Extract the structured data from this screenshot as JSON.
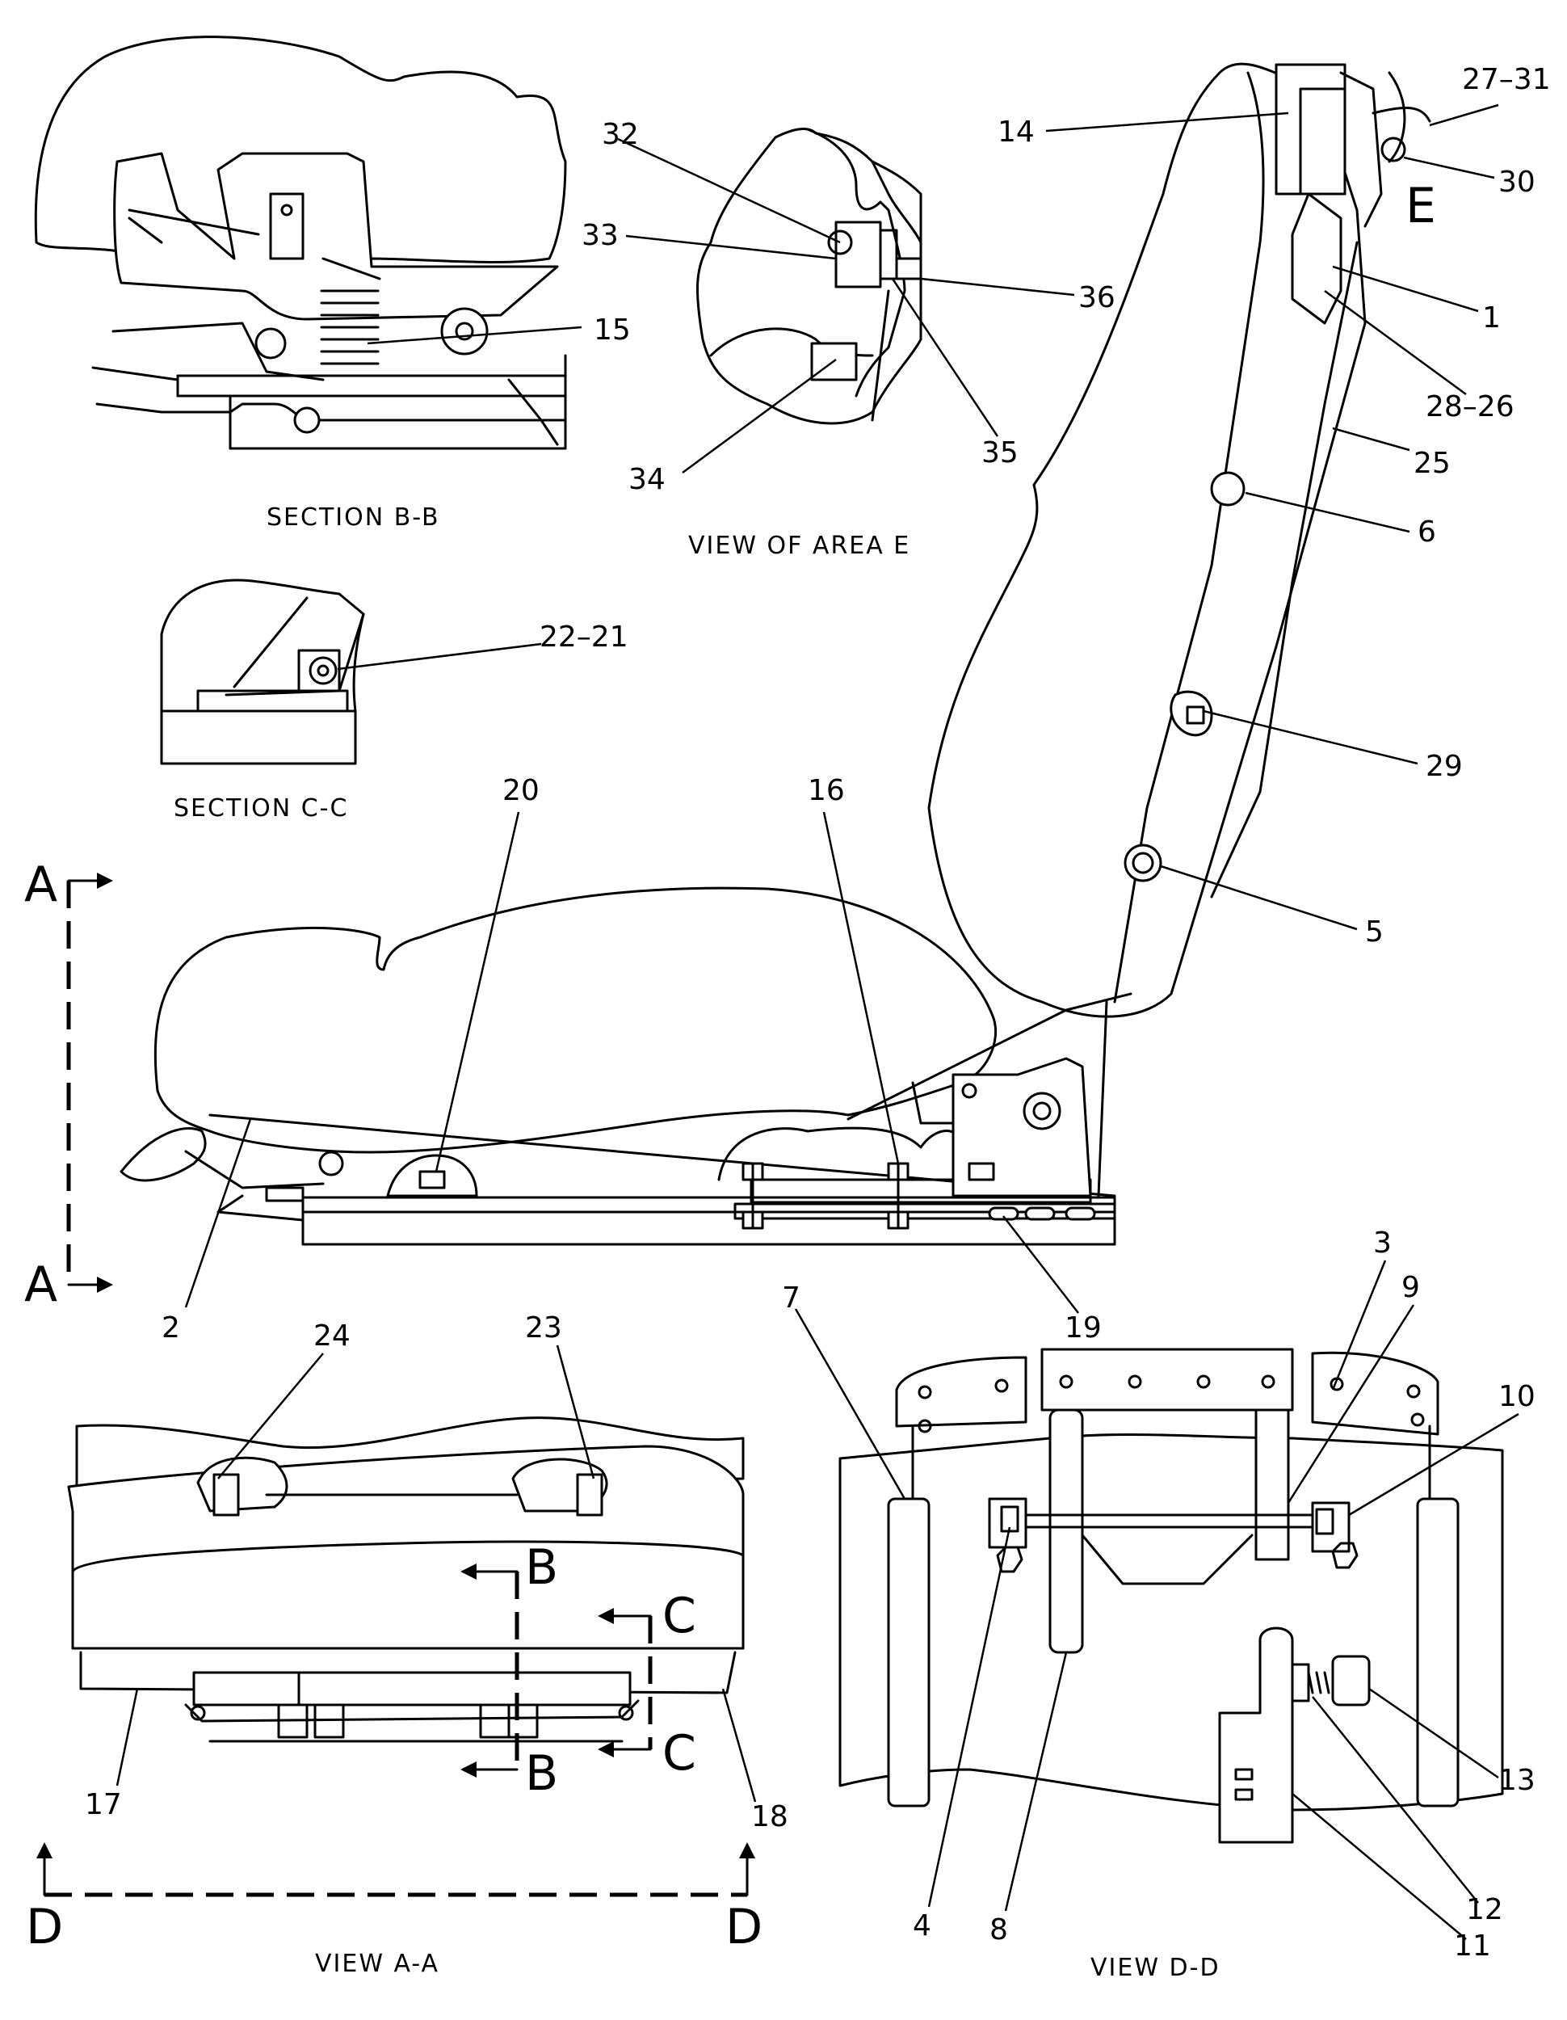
{
  "views": {
    "section_b": "SECTION B-B",
    "area_e": "VIEW OF AREA E",
    "section_c": "SECTION C-C",
    "view_a": "VIEW A-A",
    "view_d": "VIEW D-D"
  },
  "section_markers": {
    "a_top": "A",
    "a_bottom": "A",
    "b_top": "B",
    "b_bottom": "B",
    "c_top": "C",
    "c_bottom": "C",
    "d_left": "D",
    "d_right": "D",
    "e": "E"
  },
  "callouts": {
    "c1": "1",
    "c2": "2",
    "c3": "3",
    "c4": "4",
    "c5": "5",
    "c6": "6",
    "c7": "7",
    "c8": "8",
    "c9": "9",
    "c10": "10",
    "c11": "11",
    "c12": "12",
    "c13": "13",
    "c14": "14",
    "c15": "15",
    "c16": "16",
    "c17": "17",
    "c18": "18",
    "c19": "19",
    "c20": "20",
    "c21_22": "22–21",
    "c23": "23",
    "c24": "24",
    "c25": "25",
    "c26_28": "28–26",
    "c27_31": "27–31",
    "c29": "29",
    "c30": "30",
    "c32": "32",
    "c33": "33",
    "c34": "34",
    "c35": "35",
    "c36": "36"
  }
}
